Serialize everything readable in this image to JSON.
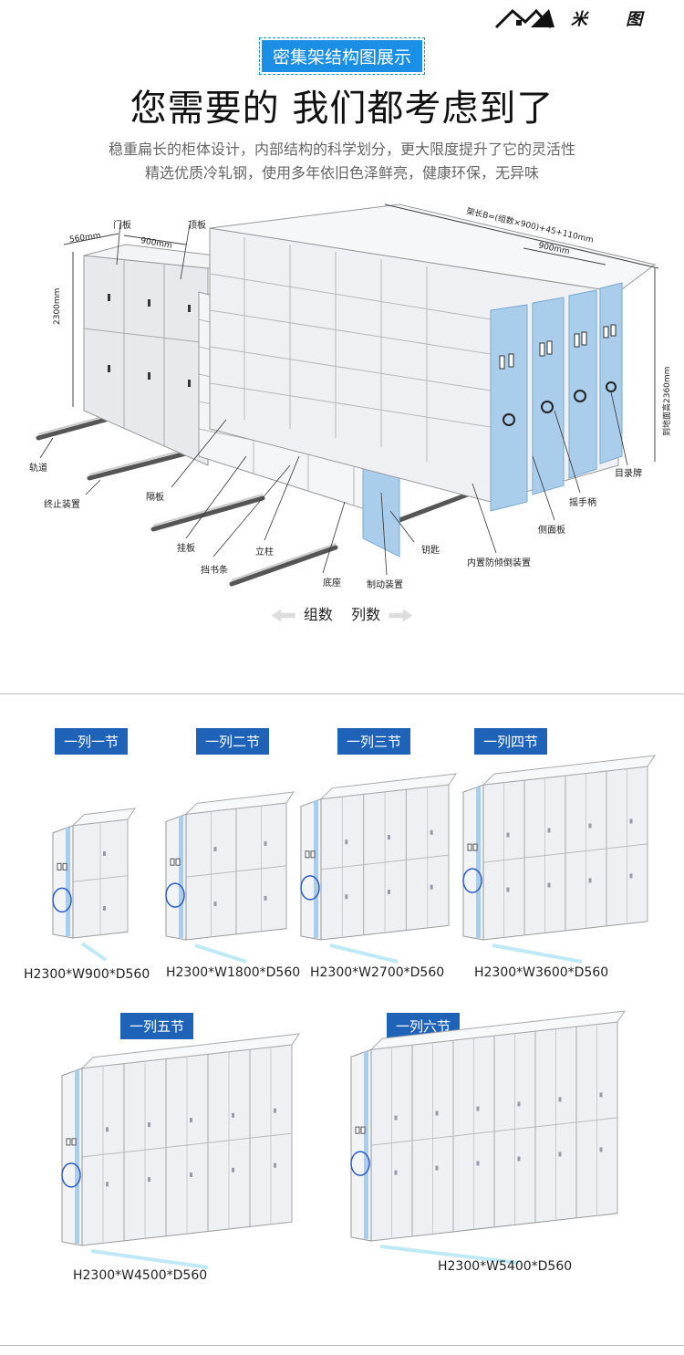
{
  "logo": {
    "text": "米 图"
  },
  "badge": {
    "text": "密集架结构图展示"
  },
  "headline": {
    "text": "您需要的 我们都考虑到了"
  },
  "subtitle": {
    "line1": "稳重扁长的柜体设计，内部结构的科学划分，更大限度提升了它的灵活性",
    "line2": "精选优质冷轧钢，使用多年依旧色泽鲜亮，健康环保，无异味"
  },
  "diagram": {
    "labels": {
      "door": "门板",
      "top": "顶板",
      "rail": "轨道",
      "stop": "终止装置",
      "divider": "隔板",
      "hang": "挂板",
      "bookstop": "挡书条",
      "column": "立柱",
      "base": "底座",
      "brake": "制动装置",
      "key": "钥匙",
      "antitilt": "内置防倾倒装置",
      "side": "侧面板",
      "handle": "摇手柄",
      "catalog": "目录牌"
    },
    "dims": {
      "d560": "560mm",
      "w900": "900mm",
      "h2300": "2300mm",
      "length": "架长B=(组数×900)+45+110mm",
      "w900b": "900mm",
      "h2360": "到地面高2360mm"
    }
  },
  "arrows": {
    "group": "组数",
    "column": "列数"
  },
  "modules": [
    {
      "tag": "一列一节",
      "dim": "H2300*W900*D560",
      "sections": 1
    },
    {
      "tag": "一列二节",
      "dim": "H2300*W1800*D560",
      "sections": 2
    },
    {
      "tag": "一列三节",
      "dim": "H2300*W2700*D560",
      "sections": 3
    },
    {
      "tag": "一列四节",
      "dim": "H2300*W3600*D560",
      "sections": 4
    },
    {
      "tag": "一列五节",
      "dim": "H2300*W4500*D560",
      "sections": 5
    },
    {
      "tag": "一列六节",
      "dim": "H2300*W5400*D560",
      "sections": 6
    }
  ],
  "colors": {
    "accent": "#1b8fe6",
    "tag": "#1f63b8",
    "side": "#a9cdea",
    "body": "#eef0f3"
  }
}
